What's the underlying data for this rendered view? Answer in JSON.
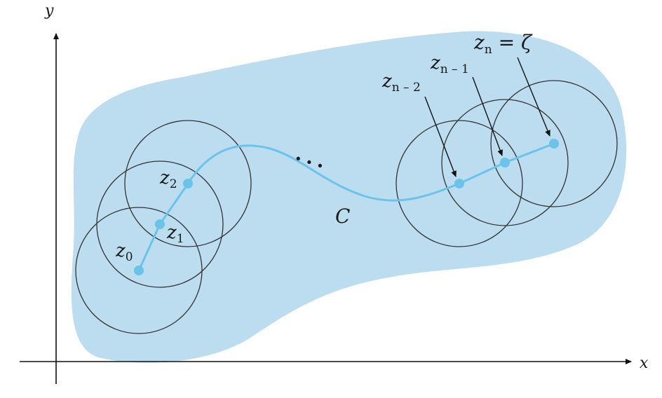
{
  "axes": {
    "x_label": "x",
    "y_label": "y"
  },
  "curve": {
    "label": "C"
  },
  "ellipsis": "• • •",
  "points": [
    {
      "id": "z0",
      "base": "z",
      "sub": "0"
    },
    {
      "id": "z1",
      "base": "z",
      "sub": "1"
    },
    {
      "id": "z2",
      "base": "z",
      "sub": "2"
    },
    {
      "id": "zn2",
      "base": "z",
      "sub": "n – 2"
    },
    {
      "id": "zn1",
      "base": "z",
      "sub": "n – 1"
    },
    {
      "id": "zn",
      "base": "z",
      "sub": "n",
      "suffix": " = ζ"
    }
  ],
  "colors": {
    "region_fill": "#bcdcf0",
    "curve": "#6cc3ea",
    "point": "#6cc3ea",
    "circle_stroke": "#333333",
    "axis": "#111111"
  }
}
